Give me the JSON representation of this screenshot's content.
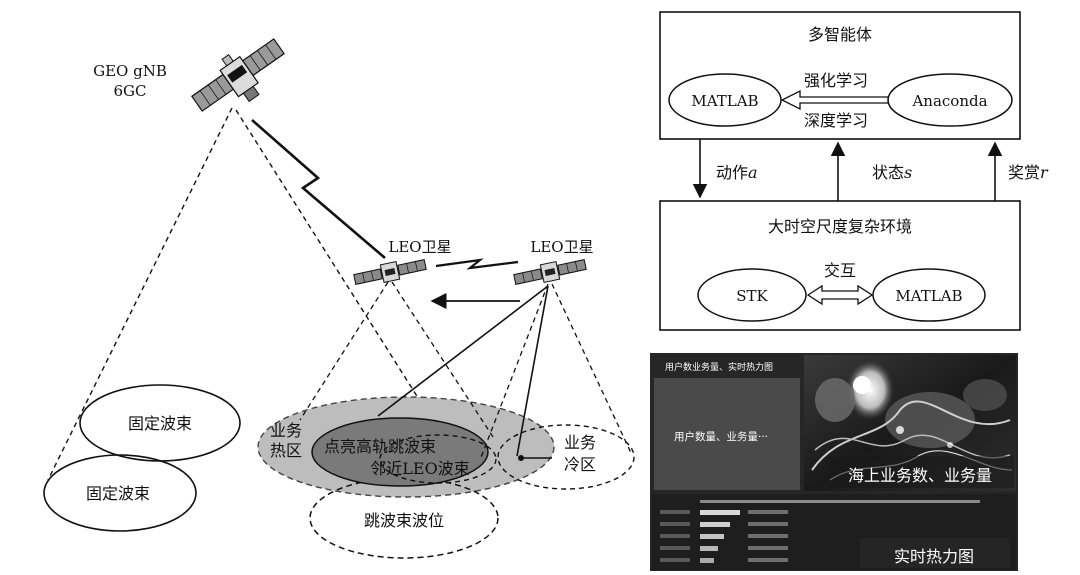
{
  "left": {
    "geo_label_1": "GEO gNB",
    "geo_label_2": "6GC",
    "leo_left_label": "LEO卫星",
    "leo_right_label": "LEO卫星",
    "fixed_beam_upper": "固定波束",
    "fixed_beam_lower": "固定波束",
    "hot_zone_1": "业务",
    "hot_zone_2": "热区",
    "cold_zone_1": "业务",
    "cold_zone_2": "冷区",
    "lit_beam": "点亮高轨跳波束",
    "adjacent_leo_beam": "邻近LEO波束",
    "hop_position": "跳波束波位"
  },
  "framework": {
    "agent_title": "多智能体",
    "matlab_top": "MATLAB",
    "anaconda": "Anaconda",
    "rl_label": "强化学习",
    "dl_label": "深度学习",
    "action_label": "动作",
    "action_var": "a",
    "state_label": "状态",
    "state_var": "s",
    "reward_label": "奖赏",
    "reward_var": "r",
    "env_title": "大时空尺度复杂环境",
    "stk": "STK",
    "interact_label": "交互",
    "matlab_bottom": "MATLAB"
  },
  "dashboard": {
    "panel_title": "用户数业务量、实时热力图",
    "panel_text": "用户数量、业务量···",
    "map_caption": "海上业务数、业务量",
    "heatmap_caption": "实时热力图"
  },
  "colors": {
    "line": "#111111",
    "hot_zone": "#bdbdbd",
    "lit_beam": "#7a7a7a",
    "dashboard_bg": "#262626"
  }
}
